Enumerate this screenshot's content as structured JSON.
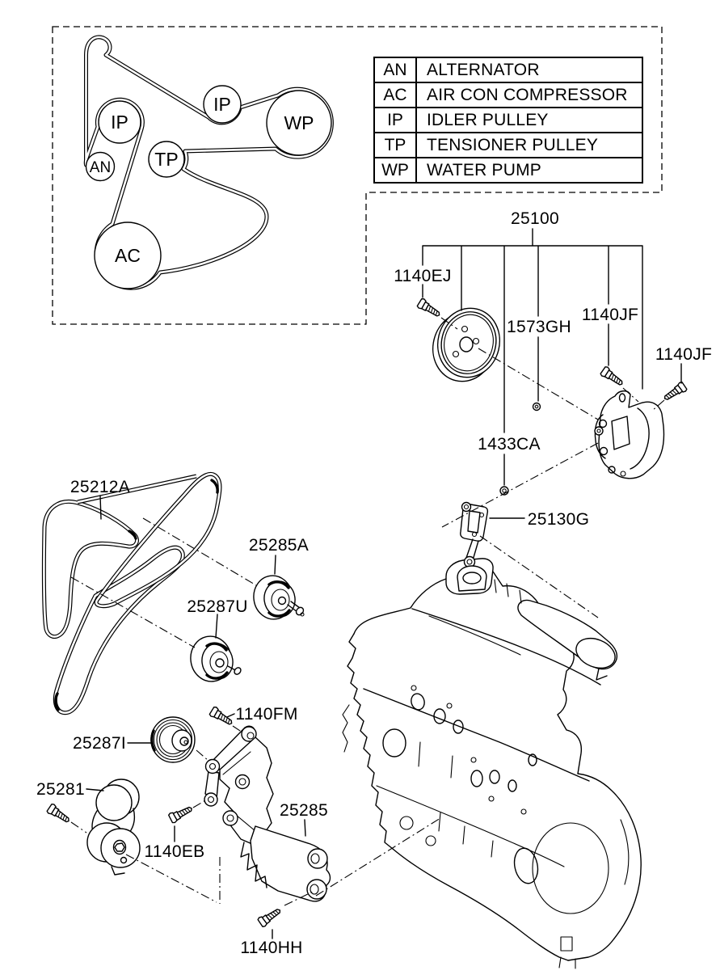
{
  "page": {
    "background": "#ffffff",
    "ink": "#000000"
  },
  "legend": {
    "rows": [
      {
        "code": "AN",
        "name": "ALTERNATOR"
      },
      {
        "code": "AC",
        "name": "AIR CON COMPRESSOR"
      },
      {
        "code": "IP",
        "name": "IDLER PULLEY"
      },
      {
        "code": "TP",
        "name": "TENSIONER PULLEY"
      },
      {
        "code": "WP",
        "name": "WATER PUMP"
      }
    ]
  },
  "belt_routing": {
    "pulleys": [
      {
        "id": "idler-left",
        "label": "IP"
      },
      {
        "id": "idler-top",
        "label": "IP"
      },
      {
        "id": "water-pump",
        "label": "WP"
      },
      {
        "id": "tensioner",
        "label": "TP"
      },
      {
        "id": "alternator",
        "label": "AN"
      },
      {
        "id": "compressor",
        "label": "AC"
      }
    ]
  },
  "labels": {
    "p25100": "25100",
    "p1140ej": "1140EJ",
    "p1573gh": "1573GH",
    "p1140jf_a": "1140JF",
    "p1140jf_b": "1140JF",
    "p1433ca": "1433CA",
    "p25130g": "25130G",
    "p25212a": "25212A",
    "p25285a": "25285A",
    "p25287u": "25287U",
    "p1140fm": "1140FM",
    "p25287i": "25287I",
    "p25281": "25281",
    "p1140eb": "1140EB",
    "p25285": "25285",
    "p1140hh": "1140HH"
  }
}
